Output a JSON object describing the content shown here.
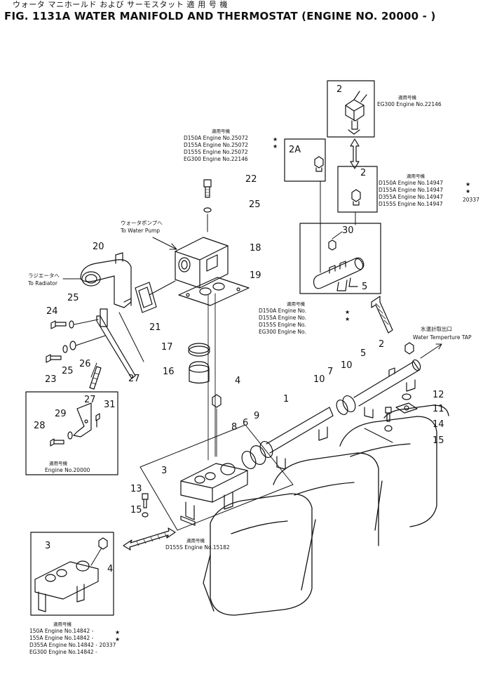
{
  "header": {
    "japanese_title": "ウォータ マニホールド および サーモスタット 適 用 号 機",
    "figure_title": "FIG. 1131A WATER MANIFOLD AND THERMOSTAT (ENGINE NO. 20000 - )"
  },
  "applicability_heading": "適用号機",
  "labels": {
    "to_water_pump_jp": "ウォータポンプへ",
    "to_water_pump": "To Water Pump",
    "to_radiator_jp": "ラジエータへ",
    "to_radiator": "To Radiator",
    "water_temp_tap_jp": "水温計取出口",
    "water_temp_tap": "Water Temperture TAP"
  },
  "serial_groups": {
    "top_right": [
      "EG300 Engine No.22146"
    ],
    "top_mid": [
      "D150A Engine No.25072",
      "D155A Engine No.25072",
      "D155S Engine No.25072",
      "EG300 Engine No.22146"
    ],
    "right_mid": [
      "D150A Engine No.14947",
      "D155A Engine No.14947",
      "D355A Engine No.14947",
      "D155S Engine No.14947"
    ],
    "right_mid_extra": "20337",
    "center_right": [
      "D150A Engine No.",
      "D155A Engine No.",
      "D155S Engine No.",
      "EG300 Engine No."
    ],
    "left_inset": [
      "Engine No.20000"
    ],
    "center": [
      "D155S Engine No.15182"
    ],
    "bottom_left": [
      "150A Engine No.14842 -",
      "155A Engine No.14842 -",
      "D355A Engine No.14842 - 20337",
      "EG300 Engine No.14842 -"
    ]
  },
  "parts": {
    "p1": "1",
    "p2": "2",
    "p2a": "2A",
    "p3": "3",
    "p4": "4",
    "p5": "5",
    "p6": "6",
    "p7": "7",
    "p8": "8",
    "p9": "9",
    "p10": "10",
    "p11": "11",
    "p12": "12",
    "p13": "13",
    "p14": "14",
    "p15": "15",
    "p16": "16",
    "p17": "17",
    "p18": "18",
    "p19": "19",
    "p20": "20",
    "p21": "21",
    "p22": "22",
    "p23": "23",
    "p24": "24",
    "p25": "25",
    "p26": "26",
    "p27": "27",
    "p28": "28",
    "p29": "29",
    "p30": "30",
    "p31": "31"
  }
}
